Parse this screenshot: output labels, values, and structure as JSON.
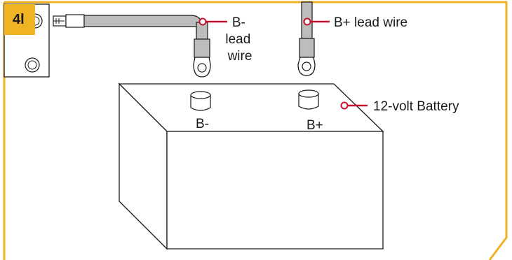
{
  "step": {
    "label": "4l"
  },
  "labels": {
    "b_minus_lead_wire": [
      "B-",
      "lead",
      "wire"
    ],
    "b_plus_lead_wire": "B+ lead wire",
    "battery": "12-volt Battery",
    "terminal_minus": "B-",
    "terminal_plus": "B+"
  },
  "colors": {
    "frame": "#f0b323",
    "callout": "#c8102e",
    "line": "#1a1a1a",
    "wire": "#bdbdbd"
  }
}
